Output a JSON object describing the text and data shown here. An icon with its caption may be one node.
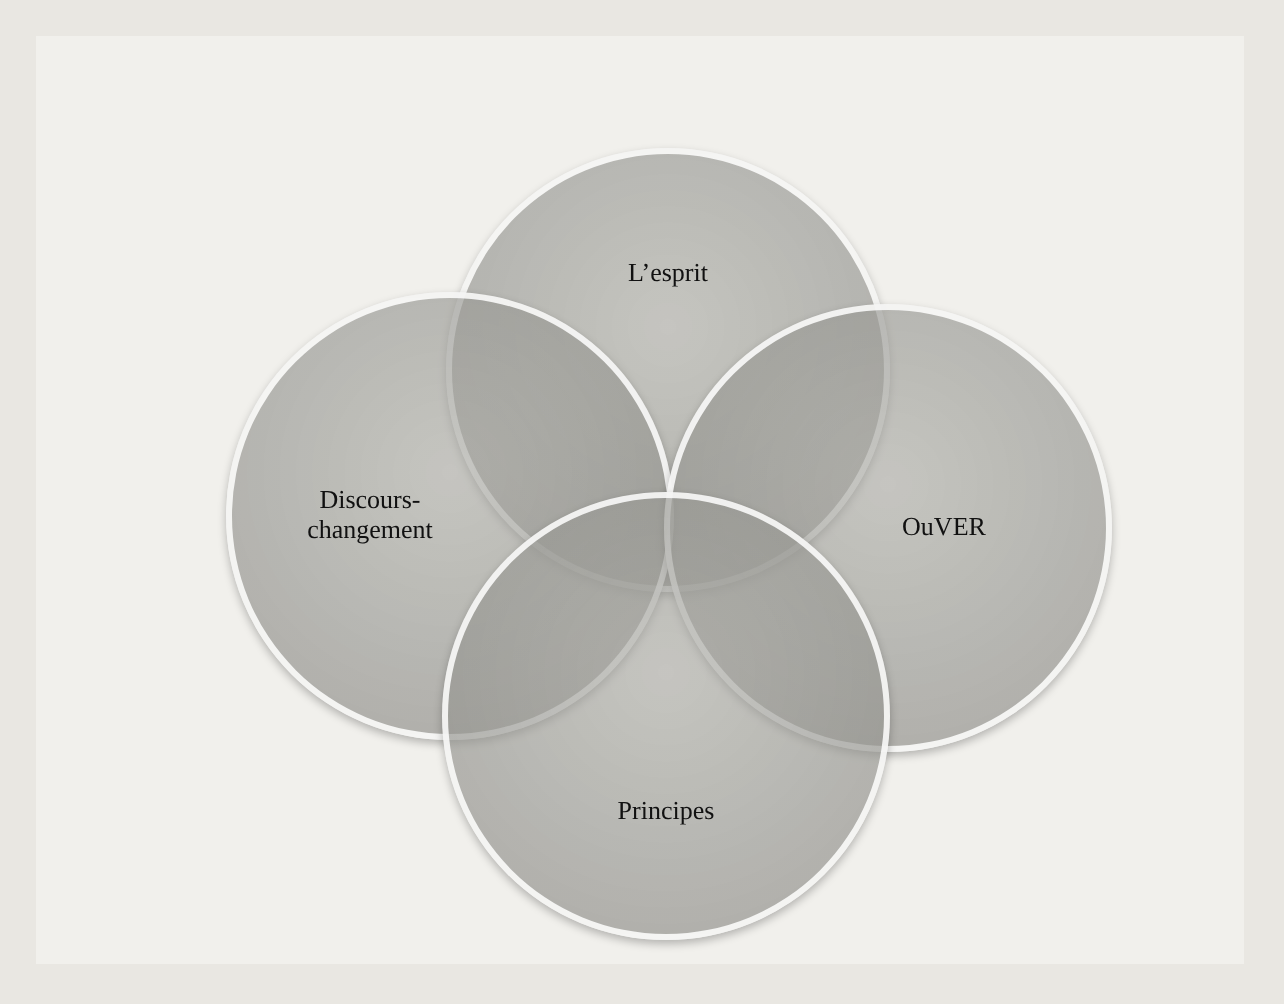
{
  "diagram": {
    "nodes": [
      {
        "text": [
          "L’esprit"
        ]
      },
      {
        "text": [
          "Discours-changement"
        ]
      },
      {
        "text": [
          "OuVER"
        ]
      },
      {
        "text": [
          "Principes"
        ]
      }
    ]
  }
}
